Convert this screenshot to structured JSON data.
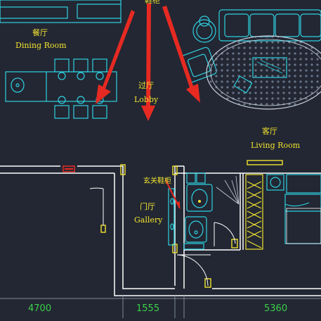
{
  "labels": {
    "top_cut": "鞋柜",
    "dining_cn": "餐厅",
    "dining_en": "Dining Room",
    "lobby_cn": "过厅",
    "lobby_en": "Lobby",
    "living_cn": "客厅",
    "living_en": "Living Room",
    "shoe_cabinet": "玄关鞋柜",
    "gallery_cn": "门厅",
    "gallery_en": "Gallery"
  },
  "dimensions": [
    "4700",
    "1555",
    "5360"
  ],
  "colors": {
    "background": "#222733",
    "furniture": "#2fd0e0",
    "walls": "#ffffff",
    "text": "#f2e230",
    "arrows": "#e62a22",
    "dimensions": "#3cd04a"
  }
}
